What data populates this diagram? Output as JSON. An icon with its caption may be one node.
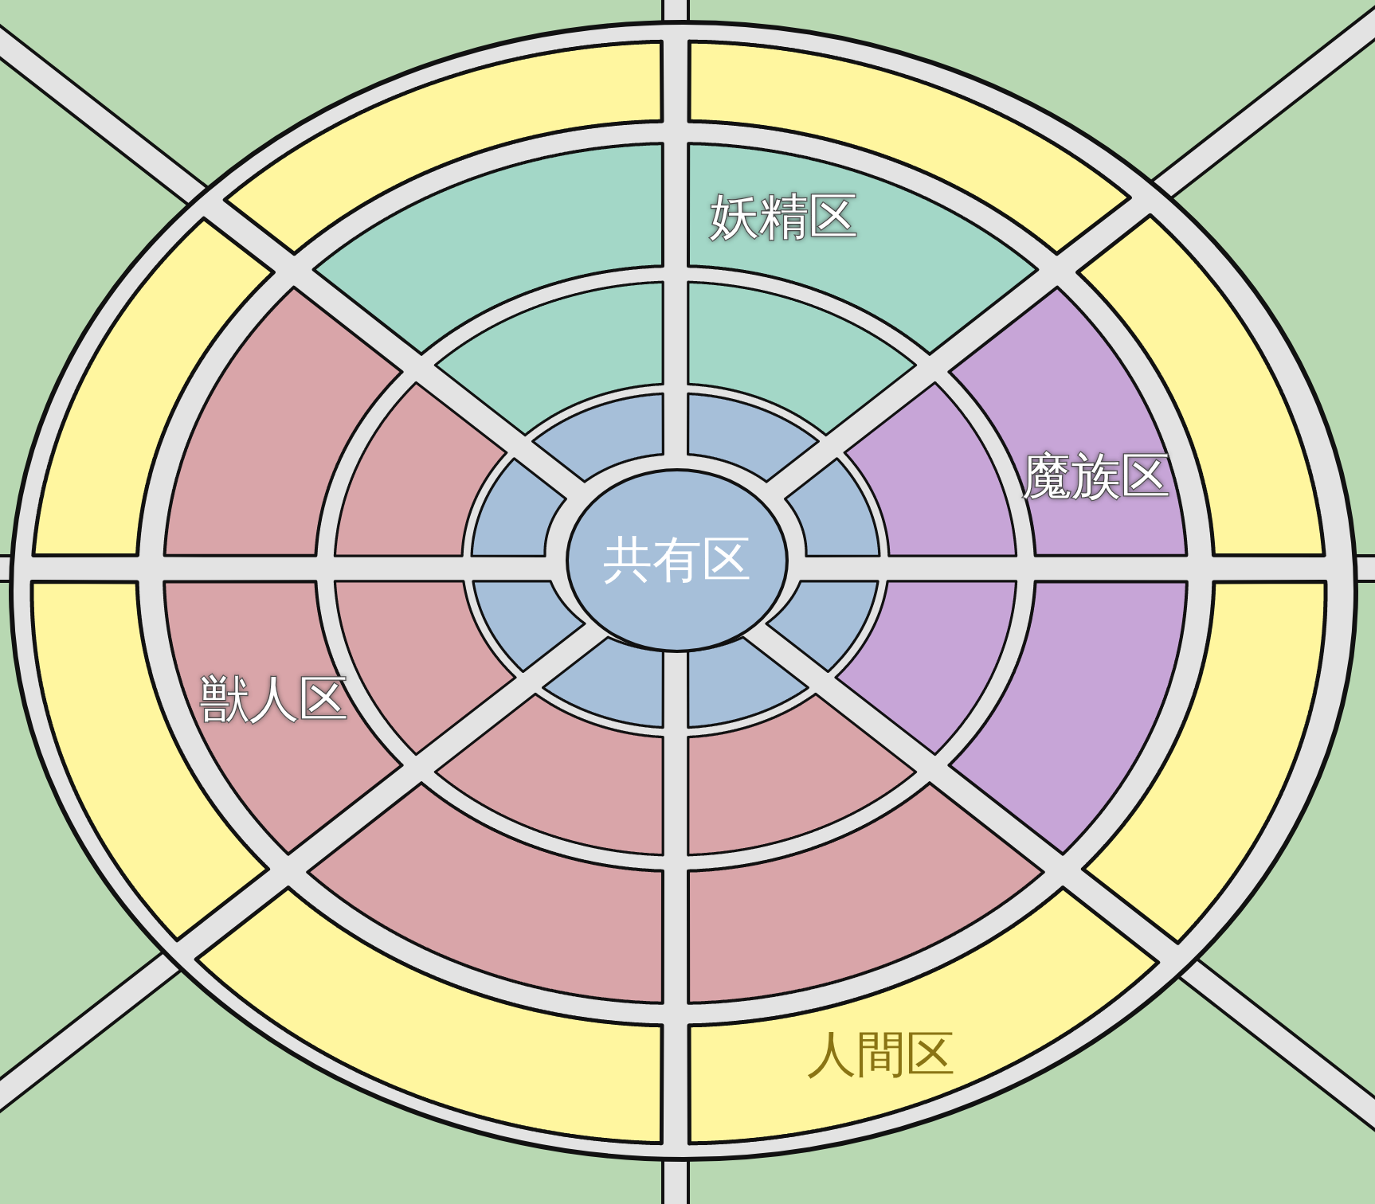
{
  "diagram": {
    "nodes": [
      {
        "text": [
          "共有区"
        ]
      }
    ],
    "labels": [
      "妖精区",
      "魔族区",
      "獣人区",
      "人間区"
    ]
  }
}
